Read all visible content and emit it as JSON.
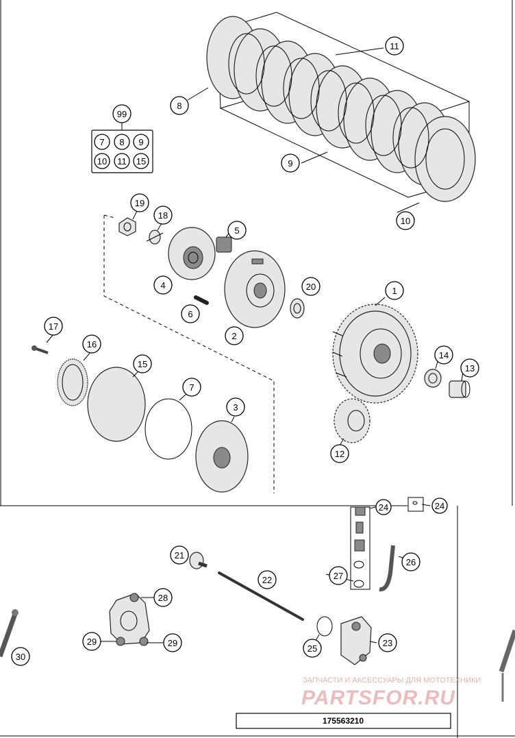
{
  "diagram": {
    "callouts": [
      {
        "id": "c1",
        "label": "1"
      },
      {
        "id": "c2",
        "label": "2"
      },
      {
        "id": "c3",
        "label": "3"
      },
      {
        "id": "c4",
        "label": "4"
      },
      {
        "id": "c5",
        "label": "5"
      },
      {
        "id": "c6",
        "label": "6"
      },
      {
        "id": "c7",
        "label": "7"
      },
      {
        "id": "c8",
        "label": "8"
      },
      {
        "id": "c9",
        "label": "9"
      },
      {
        "id": "c10",
        "label": "10"
      },
      {
        "id": "c11",
        "label": "11"
      },
      {
        "id": "c12",
        "label": "12"
      },
      {
        "id": "c13",
        "label": "13"
      },
      {
        "id": "c14",
        "label": "14"
      },
      {
        "id": "c15",
        "label": "15"
      },
      {
        "id": "c16",
        "label": "16"
      },
      {
        "id": "c17",
        "label": "17"
      },
      {
        "id": "c18",
        "label": "18"
      },
      {
        "id": "c19",
        "label": "19"
      },
      {
        "id": "c20",
        "label": "20"
      },
      {
        "id": "c21",
        "label": "21"
      },
      {
        "id": "c22",
        "label": "22"
      },
      {
        "id": "c23",
        "label": "23"
      },
      {
        "id": "c24a",
        "label": "24"
      },
      {
        "id": "c24b",
        "label": "24"
      },
      {
        "id": "c25",
        "label": "25"
      },
      {
        "id": "c26",
        "label": "26"
      },
      {
        "id": "c27",
        "label": "27"
      },
      {
        "id": "c28",
        "label": "28"
      },
      {
        "id": "c29a",
        "label": "29"
      },
      {
        "id": "c29b",
        "label": "29"
      },
      {
        "id": "c30",
        "label": "30"
      },
      {
        "id": "c99",
        "label": "99"
      }
    ],
    "kit_contents": [
      "7",
      "8",
      "9",
      "10",
      "11",
      "15"
    ],
    "drawing_number": "175563210"
  },
  "watermark": {
    "line1": "ЗАПЧАСТИ И АКСЕССУАРЫ ДЛЯ МОТОТЕХНИКИ",
    "line2": "PARTSFOR.RU",
    "color": "#e9b1b1"
  }
}
